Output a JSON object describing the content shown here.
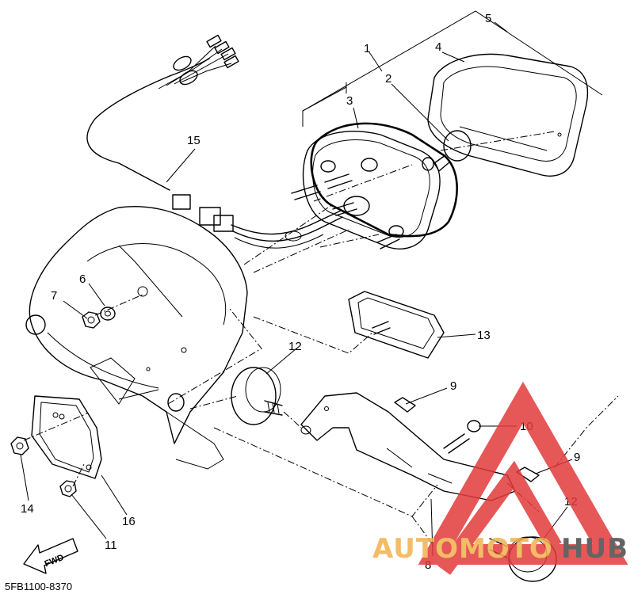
{
  "callouts": {
    "c1": "1",
    "c2": "2",
    "c3": "3",
    "c4": "4",
    "c5": "5",
    "c6": "6",
    "c7": "7",
    "c8": "8",
    "c9a": "9",
    "c9b": "9",
    "c10": "10",
    "c11": "11",
    "c12a": "12",
    "c12b": "12",
    "c13": "13",
    "c14": "14",
    "c15": "15",
    "c16": "16"
  },
  "direction_label": "FWD",
  "diagram_code": "5FB1100-8370",
  "watermark": {
    "brand_part1": "AUTOMOTO",
    "brand_part2": "HUB",
    "color_part1": "#f2b14c",
    "color_part2": "#4a4a4a",
    "logo_color": "#e23a3a"
  }
}
